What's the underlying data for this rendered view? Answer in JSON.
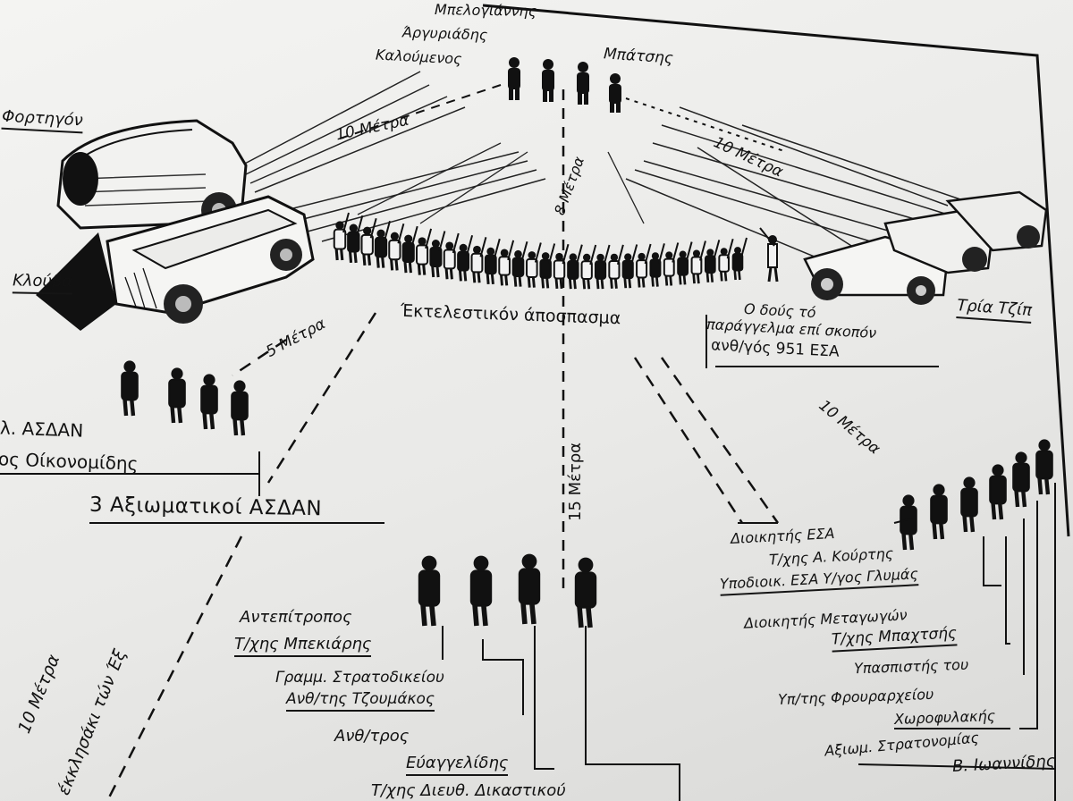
{
  "labels": {
    "mpelogiannis": "Μπελογιάννης",
    "argyriadis": "Άργυριάδης",
    "kaloumenos": "Καλούμενος",
    "mpatsis": "Μπάτσης",
    "fortigon": "Φορτηγόν",
    "klouva": "Κλούβα",
    "dist_10_left": "10 Μέτρα",
    "dist_8": "8 Μέτρα",
    "dist_10_right": "10 Μέτρα",
    "tria_tzip": "Τρία Τζίπ",
    "ektelestikon": "Έκτελεστικόν άποσπασμα",
    "dous_line1": "Ο δούς τό",
    "dous_line2": "παράγγελμα επί σκοπόν",
    "dous_line3": "ανθ/γός 951 ΕΣΑ",
    "dist_5": "5 Μέτρα",
    "asdan_partial": "λ. ΑΣΔΑΝ",
    "oikonomidis_partial": "ος Οίκονομίδης",
    "three_officers": "3 Αξιωματικοί ΑΣΔΑΝ",
    "dist_15": "15 Μέτρα",
    "dist_10_lower_right": "10 Μέτρα",
    "dioikitis_esa": "Διοικητής ΕΣΑ",
    "kourtis": "Τ/χης Α. Κούρτης",
    "ypodioik": "Υποδιοικ. ΕΣΑ Υ/γος Γλυμάς",
    "dioikitis_metagogon": "Διοικητής Μεταγωγών",
    "mpachtsis": "Τ/χης Μπαχτσής",
    "ypaspistis": "Υπασπιστής του",
    "yp_frourarxeiou": "Υπ/της Φρουραρχείου",
    "chorofylakis": "Χωροφυλακής",
    "axiom_stratonomias": "Αξιωμ. Στρατονομίας",
    "ioannidis": "Β. Ιωαννίδης",
    "antepitropos": "Αντεπίτροπος",
    "mpekiaris": "Τ/χης Μπεκιάρης",
    "grammateus": "Γραμμ. Στρατοδικείου",
    "tzoumakos": "Ανθ/της Τζουμάκος",
    "anthypolochagos": "Ανθ/τρος",
    "evangelidis": "Εύαγγελίδης",
    "dieuth_partial": "Τ/χης Διευθ. Δικαστικού",
    "dist_10_bottom_left": "10 Μέτρα",
    "ekklisaki": "έκκλησάκι τών Έξ"
  }
}
